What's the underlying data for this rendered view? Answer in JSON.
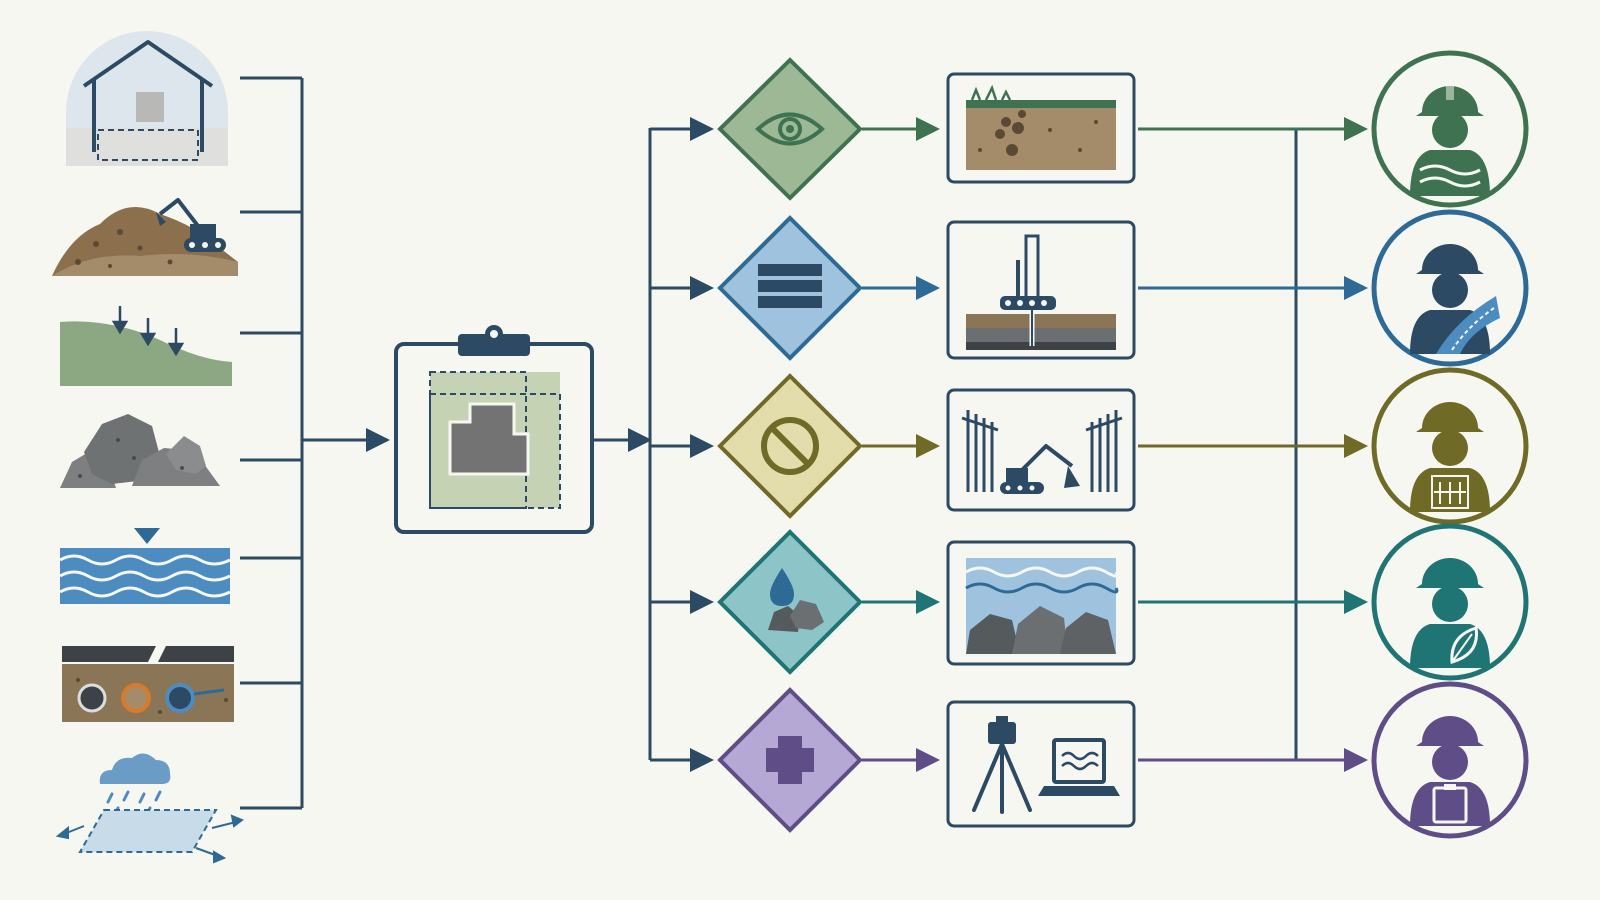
{
  "colors": {
    "background": "#f7f7f2",
    "navy": "#2c4a63",
    "green": "#3f7250",
    "blue": "#2d6a96",
    "olive": "#6f6a26",
    "teal": "#1f7474",
    "purple": "#5f4d88",
    "soil": "#a48c6b",
    "rock": "#7d7f80",
    "water": "#4d8cc0"
  },
  "inputs": [
    {
      "icon": "building-footprint-icon"
    },
    {
      "icon": "excavation-spoil-icon"
    },
    {
      "icon": "slope-load-icon"
    },
    {
      "icon": "boulders-icon"
    },
    {
      "icon": "groundwater-level-icon"
    },
    {
      "icon": "buried-utilities-icon"
    },
    {
      "icon": "rainfall-runoff-icon"
    }
  ],
  "hub": {
    "icon": "site-plan-clipboard-icon"
  },
  "lanes": [
    {
      "color": "green",
      "decision_icon": "eye-icon",
      "scene_icon": "soil-profile-scene-icon",
      "person_icon": "worker-soil-icon"
    },
    {
      "color": "blue",
      "decision_icon": "layers-icon",
      "scene_icon": "drilling-rig-scene-icon",
      "person_icon": "worker-road-icon"
    },
    {
      "color": "olive",
      "decision_icon": "prohibited-icon",
      "scene_icon": "shoring-excavator-scene-icon",
      "person_icon": "worker-building-icon"
    },
    {
      "color": "teal",
      "decision_icon": "water-rock-icon",
      "scene_icon": "water-over-rocks-scene-icon",
      "person_icon": "worker-leaf-icon"
    },
    {
      "color": "purple",
      "decision_icon": "plus-icon",
      "scene_icon": "survey-instrument-scene-icon",
      "person_icon": "worker-clipboard-icon"
    }
  ]
}
